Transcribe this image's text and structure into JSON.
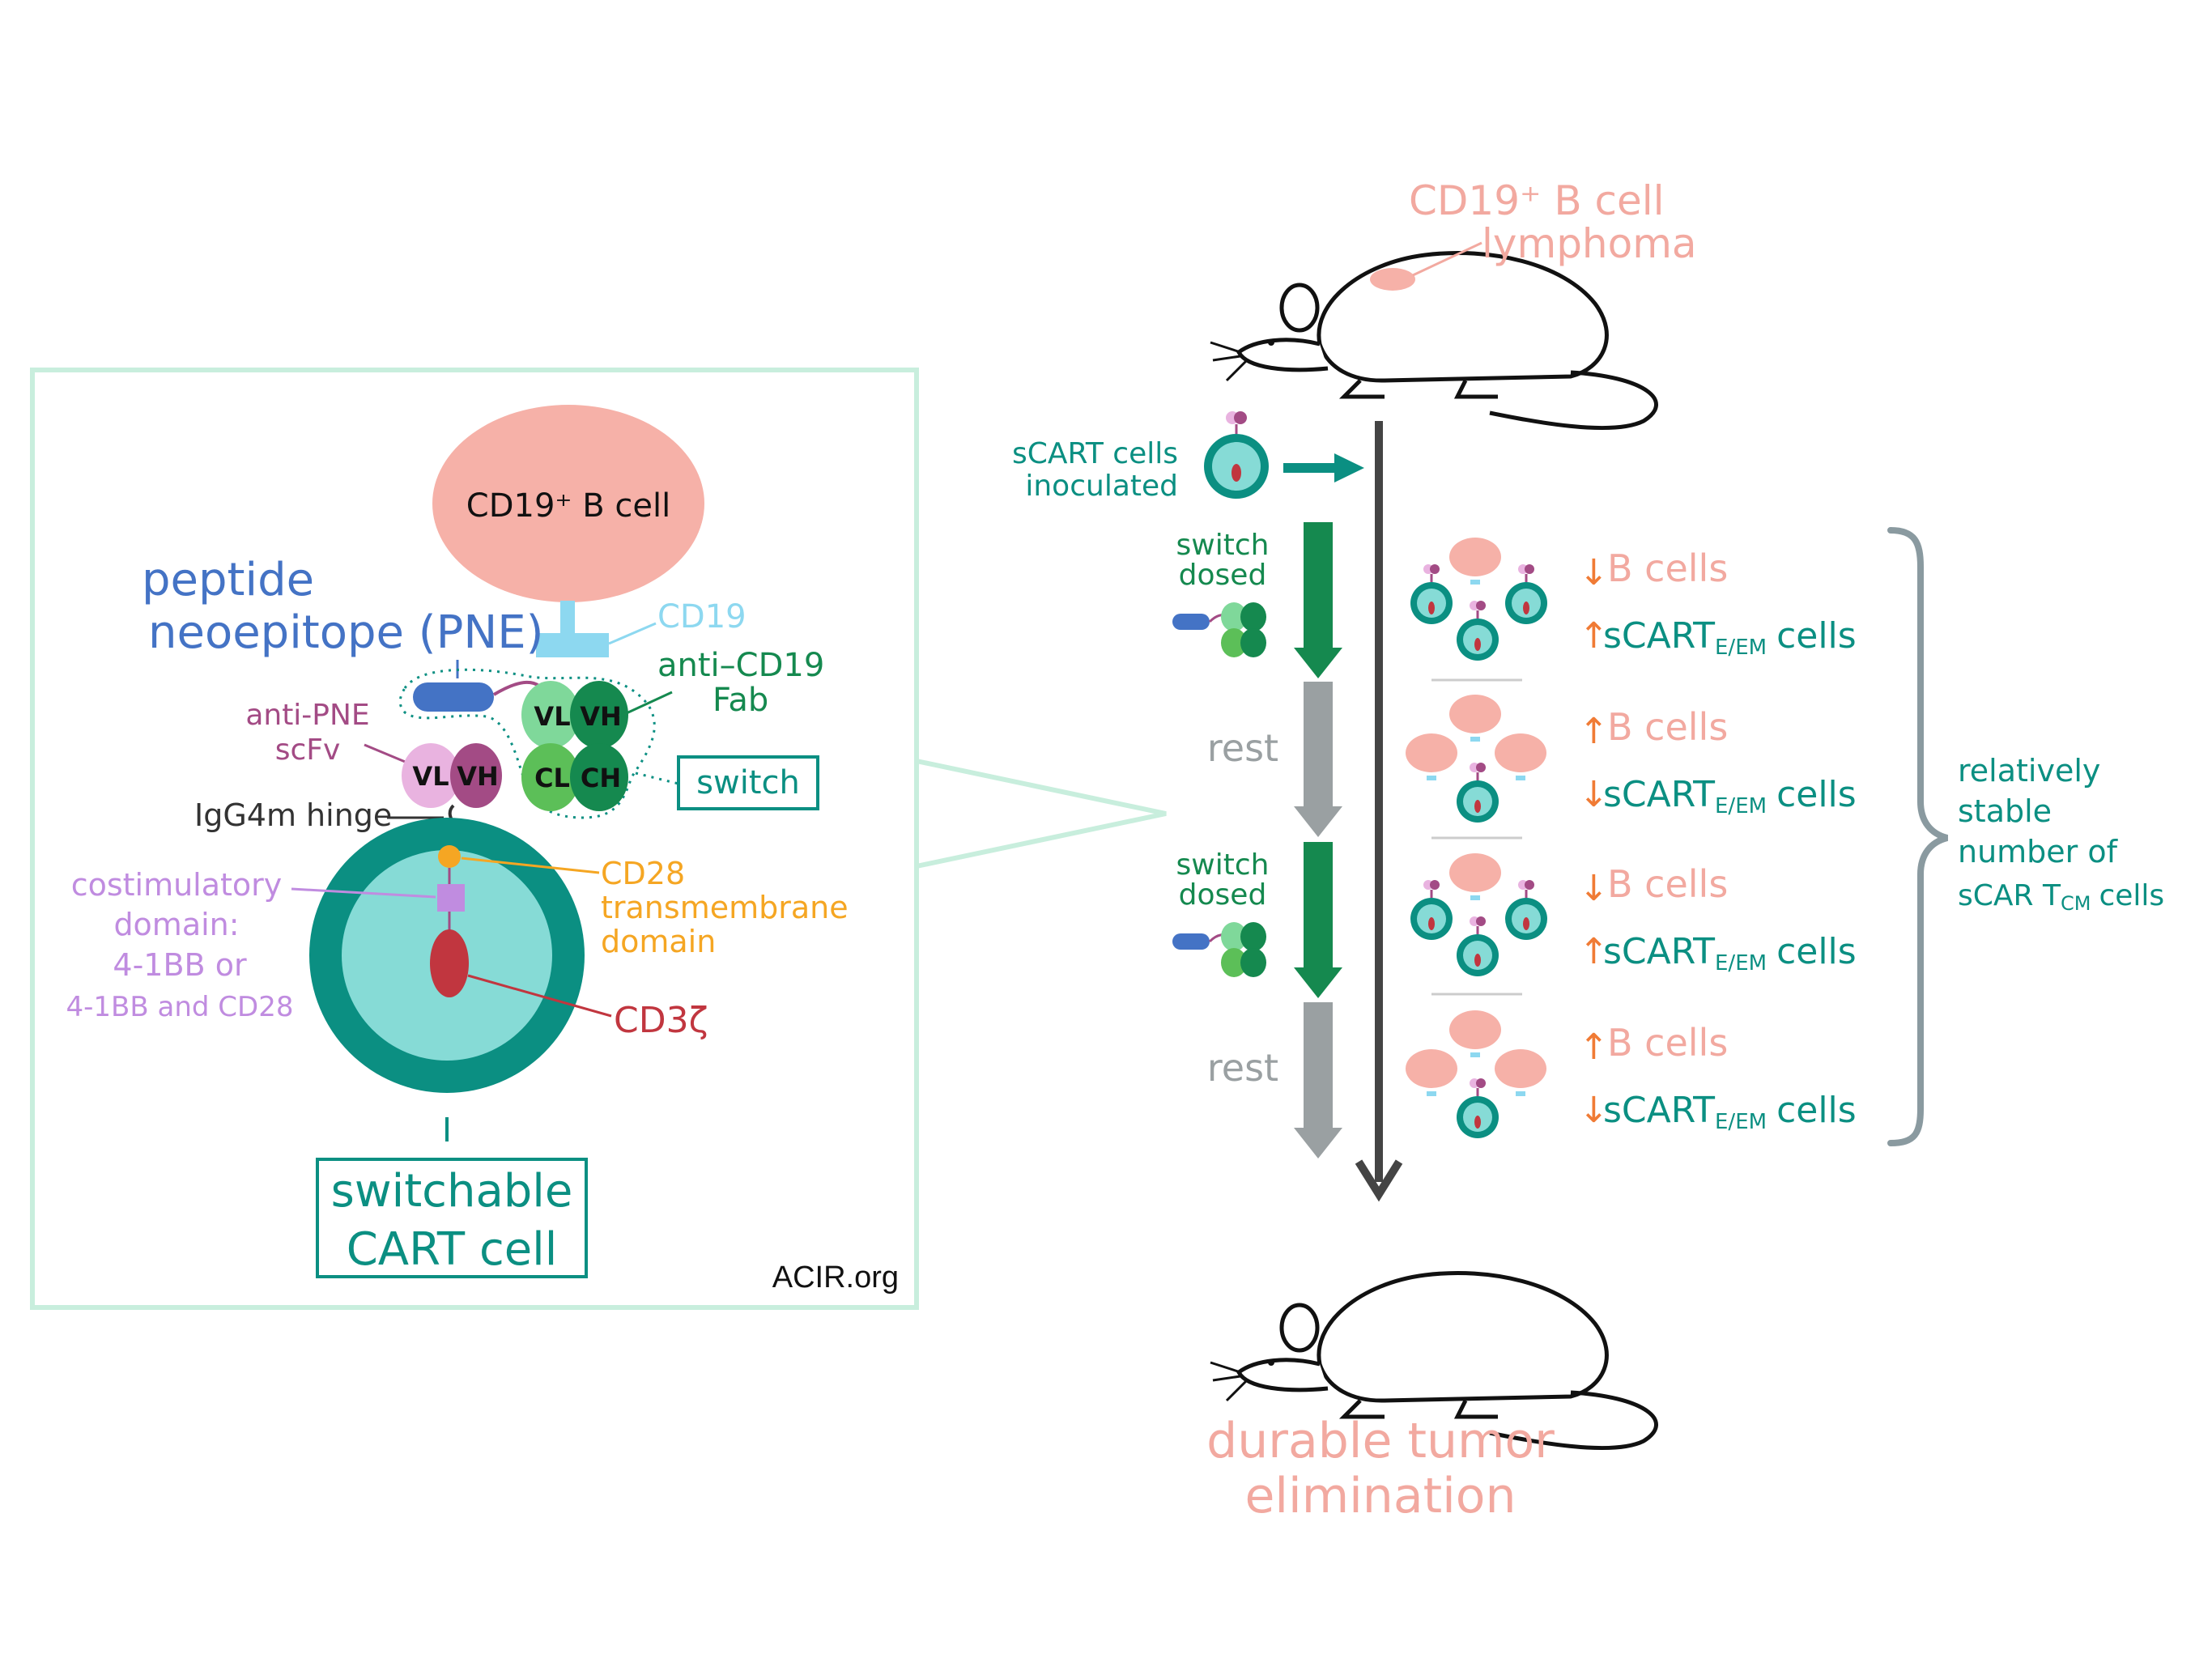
{
  "colors": {
    "mint_border": "#c8eedd",
    "teal_dark": "#0b8f82",
    "teal_light": "#86dbd6",
    "salmon": "#f6b1a8",
    "salmon_text": "#f2a9a0",
    "blue_pne": "#4473c5",
    "light_blue": "#8dd8f0",
    "green_dark": "#15894f",
    "green_mid": "#5cbf58",
    "green_light": "#7fd89a",
    "purple": "#c08ce0",
    "maroon": "#a34b85",
    "pink_vl": "#e9b3e0",
    "orange": "#f5a623",
    "red_cd3z": "#c1363f",
    "gray_arrow": "#9aa0a2",
    "gray_axis": "#444444",
    "orange_arrow": "#f07b35"
  },
  "left": {
    "bcell_label": "CD19⁺ B cell",
    "pne_label": [
      "peptide",
      "neoepitope (PNE)"
    ],
    "cd19_label": "CD19",
    "anti_cd19_label": [
      "anti–CD19",
      "Fab"
    ],
    "anti_pne_label": [
      "anti-PNE",
      "scFv"
    ],
    "vl": "VL",
    "vh": "VH",
    "cl": "CL",
    "ch": "CH",
    "switch_box": "switch",
    "hinge_label": "IgG4m hinge",
    "costim_label": [
      "costimulatory",
      "domain:",
      "4-1BB or",
      "4-1BB and CD28"
    ],
    "cd28_label": [
      "CD28",
      "transmembrane",
      "domain"
    ],
    "cd3z_label": "CD3ζ",
    "cart_box": [
      "switchable",
      "CART cell"
    ],
    "acir": "ACIR.org"
  },
  "right": {
    "lymphoma_label": [
      "CD19⁺ B cell",
      "lymphoma"
    ],
    "scart_inoculated": [
      "sCART cells",
      "inoculated"
    ],
    "switch_dosed": [
      "switch",
      "dosed"
    ],
    "rest": "rest",
    "b_cells": "B cells",
    "scart_prefix": "sCART",
    "scart_sub": "E/EM",
    "scart_suffix": "cells",
    "rows": [
      {
        "b_dir": "↓",
        "s_dir": "↑"
      },
      {
        "b_dir": "↑",
        "s_dir": "↓"
      },
      {
        "b_dir": "↓",
        "s_dir": "↑"
      },
      {
        "b_dir": "↑",
        "s_dir": "↓"
      }
    ],
    "stable_label": [
      "relatively",
      "stable",
      "number of"
    ],
    "stable_last_prefix": "sCAR T",
    "stable_last_sub": "CM",
    "stable_last_suffix": "cells",
    "outcome_label": [
      "durable tumor",
      "elimination"
    ]
  }
}
